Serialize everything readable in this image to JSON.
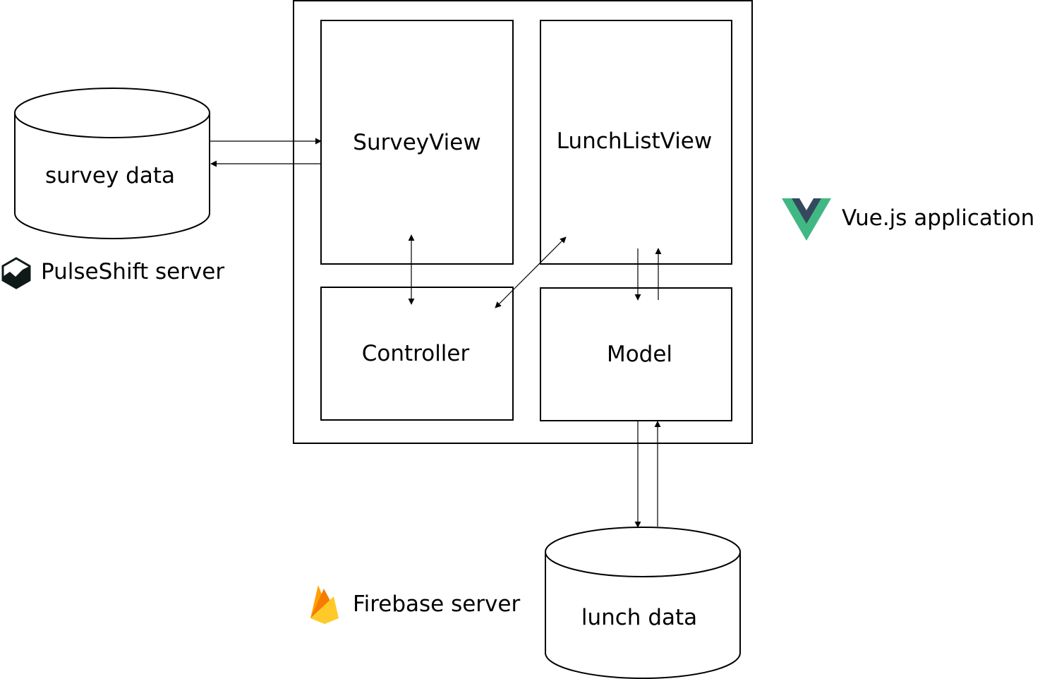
{
  "nodes": {
    "survey_view": "SurveyView",
    "lunch_list_view": "LunchListView",
    "controller": "Controller",
    "model": "Model"
  },
  "datastores": {
    "survey_data": "survey data",
    "lunch_data": "lunch data"
  },
  "servers": {
    "pulseshift": {
      "label": "PulseShift server",
      "icon": "pulseshift-logo"
    },
    "firebase": {
      "label": "Firebase server",
      "icon": "firebase-logo",
      "colors": [
        "#FFA000",
        "#F57C00",
        "#FFCA28"
      ]
    }
  },
  "application": {
    "label": "Vue.js application",
    "icon": "vue-logo",
    "colors": [
      "#41B883",
      "#34495E"
    ]
  },
  "connections": [
    {
      "from": "survey data",
      "to": "SurveyView",
      "direction": "both"
    },
    {
      "from": "SurveyView",
      "to": "Controller",
      "direction": "both"
    },
    {
      "from": "Controller",
      "to": "LunchListView",
      "direction": "both"
    },
    {
      "from": "LunchListView",
      "to": "Model",
      "direction": "both"
    },
    {
      "from": "Model",
      "to": "lunch data",
      "direction": "both"
    }
  ]
}
